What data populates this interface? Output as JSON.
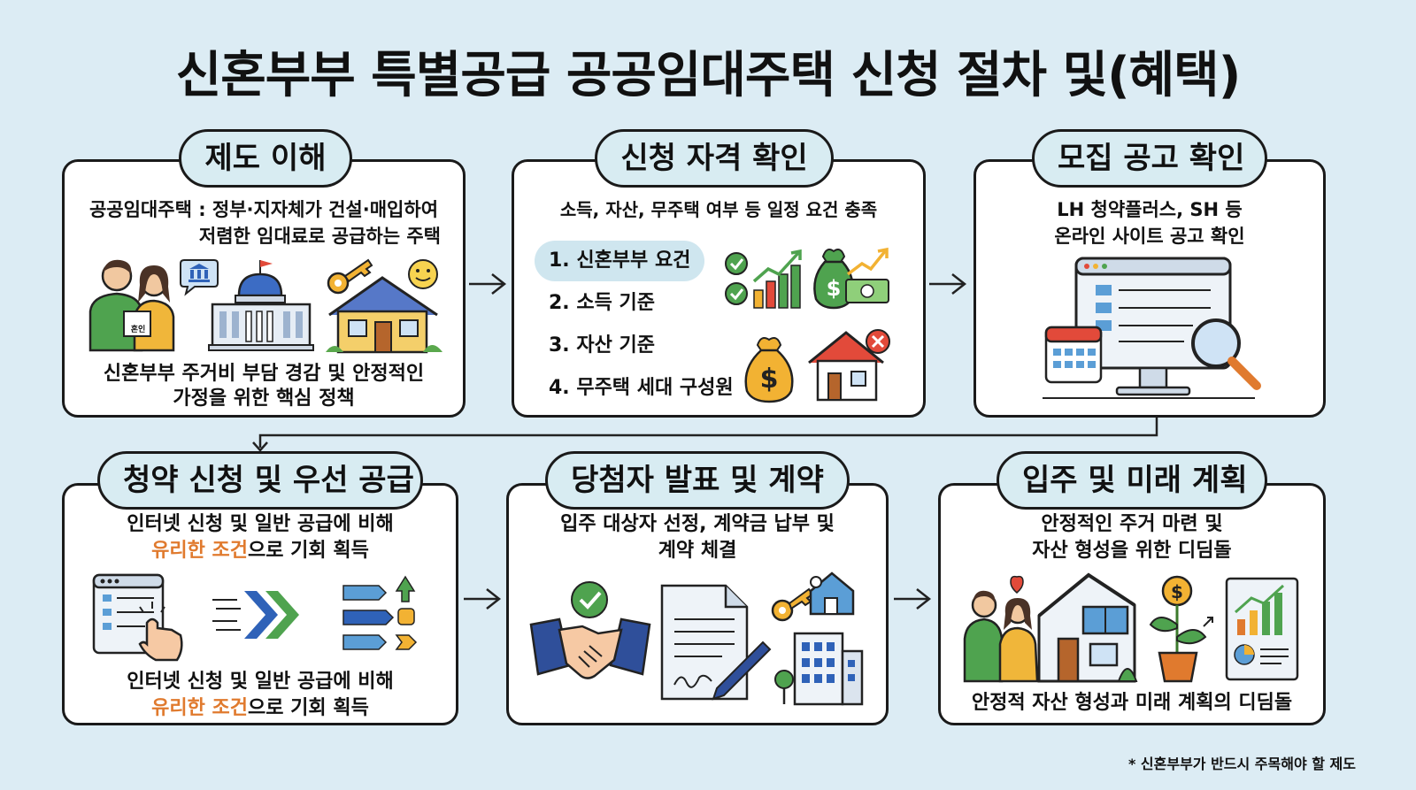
{
  "title": "신혼부부 특별공급 공공임대주택 신청 절차 및(혜택)",
  "steps": [
    {
      "heading": "제도 이해",
      "desc1": "공공임대주택 : 정부·지자체가 건설·매입하여",
      "desc2": "저렴한 임대료로 공급하는 주택",
      "doc_label": "혼인",
      "footer1": "신혼부부 주거비 부담 경감 및 안정적인",
      "footer2": "가정을 위한 핵심 정책"
    },
    {
      "heading": "신청 자격 확인",
      "desc1": "소득, 자산, 무주택 여부 등 일정 요건 충족",
      "items": [
        "1. 신혼부부 요건",
        "2. 소득 기준",
        "3. 자산 기준",
        "4. 무주택 세대 구성원"
      ]
    },
    {
      "heading": "모집 공고 확인",
      "desc1": "LH 청약플러스, SH 등",
      "desc2": "온라인 사이트 공고 확인"
    },
    {
      "heading": "청약 신청 및 우선 공급",
      "desc1": "인터넷 신청 및 일반 공급에 비해",
      "desc2_hl": "유리한 조건",
      "desc2_rest": "으로 기회 획득",
      "footer1": "인터넷 신청 및 일반 공급에 비해",
      "footer2_hl": "유리한 조건",
      "footer2_rest": "으로 기회 획득"
    },
    {
      "heading": "당첨자 발표 및 계약",
      "desc1": "입주 대상자 선정, 계약금 납부 및",
      "desc2": "계약 체결"
    },
    {
      "heading": "입주 및 미래 계획",
      "desc1": "안정적인 주거 마련 및",
      "desc2": "자산 형성을 위한 디딤돌",
      "footer1": "안정적 자산 형성과 미래 계획의 디딤돌"
    }
  ],
  "footnote": "* 신혼부부가 반드시 주목해야 할 제도",
  "colors": {
    "background": "#dcecf4",
    "pill": "#d8ecf2",
    "highlight": "#e07a2e",
    "green": "#3c9a3c",
    "blue": "#2f62b8",
    "gold": "#f2b233"
  }
}
